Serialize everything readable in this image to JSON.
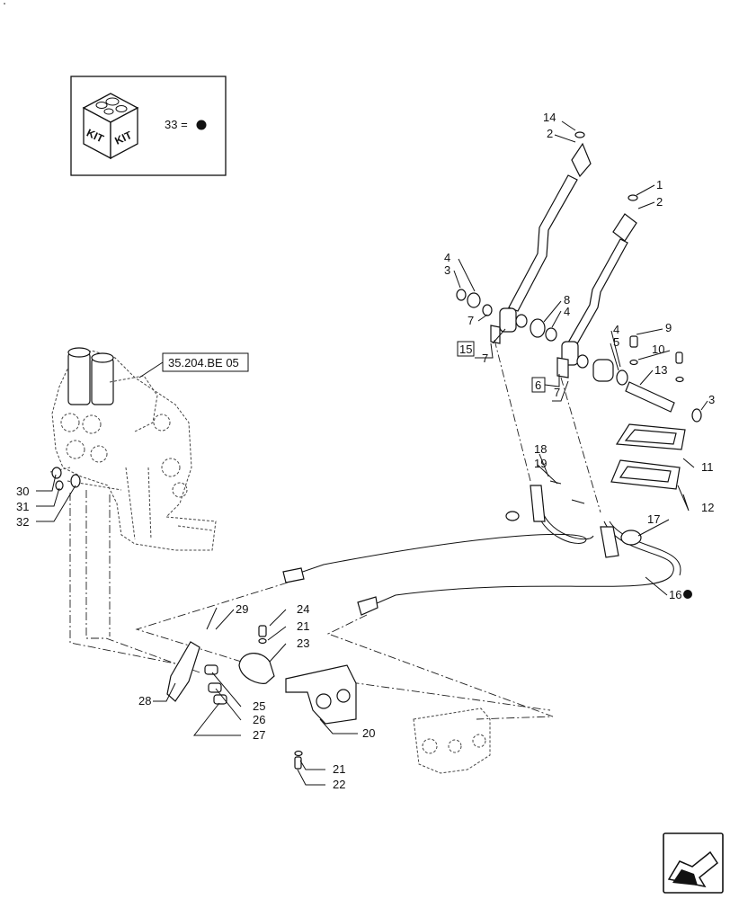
{
  "kit_legend": {
    "kit_text_left": "KIT",
    "kit_text_right": "KIT",
    "label": "33 ="
  },
  "reference_box": "35.204.BE 05",
  "boxed_refs": {
    "b15": "15",
    "b6": "6"
  },
  "callouts": {
    "c14": "14",
    "c2a": "2",
    "c1": "1",
    "c2b": "2",
    "c4a": "4",
    "c3a": "3",
    "c7a": "7",
    "c8": "8",
    "c4b": "4",
    "c7b": "7",
    "c9": "9",
    "c4c": "4",
    "c5": "5",
    "c10": "10",
    "c13": "13",
    "c7c": "7",
    "c3b": "3",
    "c11": "11",
    "c12": "12",
    "c18": "18",
    "c19": "19",
    "c17": "17",
    "c16": "16",
    "c30": "30",
    "c31": "31",
    "c32": "32",
    "c29": "29",
    "c24": "24",
    "c21a": "21",
    "c23": "23",
    "c28": "28",
    "c25": "25",
    "c26": "26",
    "c27": "27",
    "c20": "20",
    "c21b": "21",
    "c22": "22"
  }
}
